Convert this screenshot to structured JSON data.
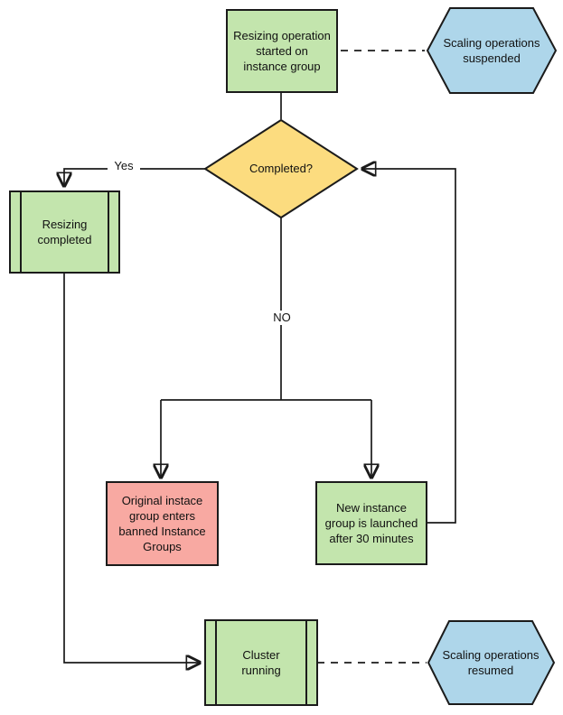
{
  "colors": {
    "green": "#c3e5ad",
    "blue": "#aed6ea",
    "yellow": "#fcdc7f",
    "pink": "#f8a9a2",
    "stroke": "#1b1b1b"
  },
  "nodes": {
    "start": {
      "type": "process",
      "label": "Resizing operation\nstarted on\ninstance group"
    },
    "suspended": {
      "type": "hexagon",
      "label": "Scaling operations\nsuspended"
    },
    "decision": {
      "type": "decision",
      "label": "Completed?"
    },
    "resizing_completed": {
      "type": "predefined-process",
      "label": "Resizing\ncompleted"
    },
    "banned": {
      "type": "process",
      "label": "Original instace\ngroup enters\nbanned Instance\nGroups"
    },
    "new_group": {
      "type": "process",
      "label": "New instance\ngroup is launched\nafter 30 minutes"
    },
    "cluster": {
      "type": "predefined-process",
      "label": "Cluster\nrunning"
    },
    "resumed": {
      "type": "hexagon",
      "label": "Scaling operations\nresumed"
    }
  },
  "edge_labels": {
    "yes": "Yes",
    "no": "NO"
  }
}
